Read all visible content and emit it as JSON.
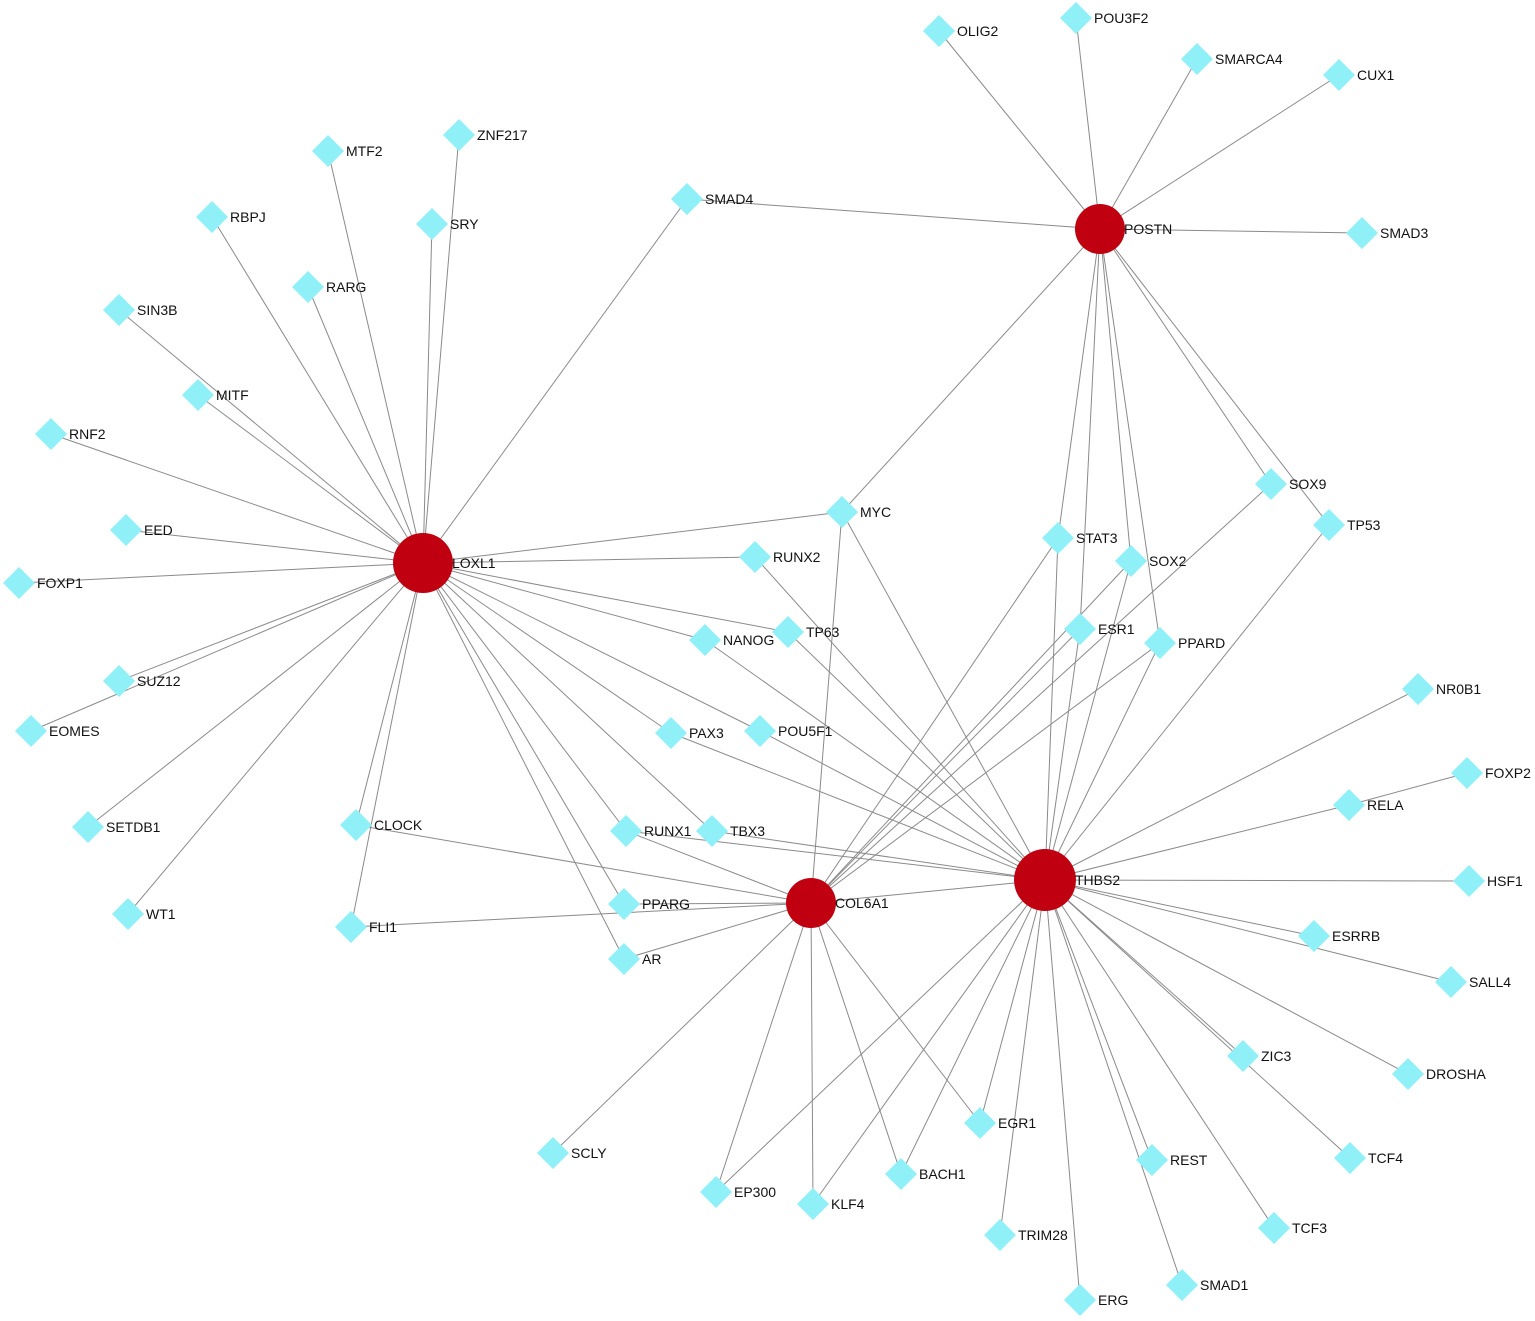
{
  "colors": {
    "hub": "#c00010",
    "target": "#8ff0f8",
    "edge": "#8a8a8a"
  },
  "hubs": [
    {
      "id": "LOXL1",
      "label": "LOXL1"
    },
    {
      "id": "POSTN",
      "label": "POSTN"
    },
    {
      "id": "COL6A1",
      "label": "COL6A1"
    },
    {
      "id": "THBS2",
      "label": "THBS2"
    }
  ],
  "targets": [
    {
      "id": "OLIG2",
      "label": "OLIG2"
    },
    {
      "id": "POU3F2",
      "label": "POU3F2"
    },
    {
      "id": "SMARCA4",
      "label": "SMARCA4"
    },
    {
      "id": "CUX1",
      "label": "CUX1"
    },
    {
      "id": "SMAD3",
      "label": "SMAD3"
    },
    {
      "id": "SMAD4",
      "label": "SMAD4"
    },
    {
      "id": "ZNF217",
      "label": "ZNF217"
    },
    {
      "id": "MTF2",
      "label": "MTF2"
    },
    {
      "id": "RBPJ",
      "label": "RBPJ"
    },
    {
      "id": "SRY",
      "label": "SRY"
    },
    {
      "id": "RARG",
      "label": "RARG"
    },
    {
      "id": "SIN3B",
      "label": "SIN3B"
    },
    {
      "id": "MITF",
      "label": "MITF"
    },
    {
      "id": "RNF2",
      "label": "RNF2"
    },
    {
      "id": "EED",
      "label": "EED"
    },
    {
      "id": "FOXP1",
      "label": "FOXP1"
    },
    {
      "id": "SUZ12",
      "label": "SUZ12"
    },
    {
      "id": "EOMES",
      "label": "EOMES"
    },
    {
      "id": "SETDB1",
      "label": "SETDB1"
    },
    {
      "id": "WT1",
      "label": "WT1"
    },
    {
      "id": "CLOCK",
      "label": "CLOCK"
    },
    {
      "id": "FLI1",
      "label": "FLI1"
    },
    {
      "id": "MYC",
      "label": "MYC"
    },
    {
      "id": "RUNX2",
      "label": "RUNX2"
    },
    {
      "id": "NANOG",
      "label": "NANOG"
    },
    {
      "id": "TP63",
      "label": "TP63"
    },
    {
      "id": "PAX3",
      "label": "PAX3"
    },
    {
      "id": "POU5F1",
      "label": "POU5F1"
    },
    {
      "id": "RUNX1",
      "label": "RUNX1"
    },
    {
      "id": "TBX3",
      "label": "TBX3"
    },
    {
      "id": "PPARG",
      "label": "PPARG"
    },
    {
      "id": "AR",
      "label": "AR"
    },
    {
      "id": "STAT3",
      "label": "STAT3"
    },
    {
      "id": "SOX2",
      "label": "SOX2"
    },
    {
      "id": "SOX9",
      "label": "SOX9"
    },
    {
      "id": "TP53",
      "label": "TP53"
    },
    {
      "id": "ESR1",
      "label": "ESR1"
    },
    {
      "id": "PPARD",
      "label": "PPARD"
    },
    {
      "id": "NR0B1",
      "label": "NR0B1"
    },
    {
      "id": "FOXP2",
      "label": "FOXP2"
    },
    {
      "id": "RELA",
      "label": "RELA"
    },
    {
      "id": "HSF1",
      "label": "HSF1"
    },
    {
      "id": "ESRRB",
      "label": "ESRRB"
    },
    {
      "id": "SALL4",
      "label": "SALL4"
    },
    {
      "id": "ZIC3",
      "label": "ZIC3"
    },
    {
      "id": "DROSHA",
      "label": "DROSHA"
    },
    {
      "id": "EGR1",
      "label": "EGR1"
    },
    {
      "id": "SCLY",
      "label": "SCLY"
    },
    {
      "id": "EP300",
      "label": "EP300"
    },
    {
      "id": "KLF4",
      "label": "KLF4"
    },
    {
      "id": "BACH1",
      "label": "BACH1"
    },
    {
      "id": "TRIM28",
      "label": "TRIM28"
    },
    {
      "id": "ERG",
      "label": "ERG"
    },
    {
      "id": "REST",
      "label": "REST"
    },
    {
      "id": "SMAD1",
      "label": "SMAD1"
    },
    {
      "id": "TCF4",
      "label": "TCF4"
    },
    {
      "id": "TCF3",
      "label": "TCF3"
    }
  ],
  "edges": [
    [
      "LOXL1",
      "MTF2"
    ],
    [
      "LOXL1",
      "ZNF217"
    ],
    [
      "LOXL1",
      "RBPJ"
    ],
    [
      "LOXL1",
      "SRY"
    ],
    [
      "LOXL1",
      "RARG"
    ],
    [
      "LOXL1",
      "SIN3B"
    ],
    [
      "LOXL1",
      "MITF"
    ],
    [
      "LOXL1",
      "RNF2"
    ],
    [
      "LOXL1",
      "EED"
    ],
    [
      "LOXL1",
      "FOXP1"
    ],
    [
      "LOXL1",
      "SUZ12"
    ],
    [
      "LOXL1",
      "EOMES"
    ],
    [
      "LOXL1",
      "SETDB1"
    ],
    [
      "LOXL1",
      "WT1"
    ],
    [
      "LOXL1",
      "CLOCK"
    ],
    [
      "LOXL1",
      "FLI1"
    ],
    [
      "LOXL1",
      "SMAD4"
    ],
    [
      "LOXL1",
      "MYC"
    ],
    [
      "LOXL1",
      "RUNX2"
    ],
    [
      "LOXL1",
      "NANOG"
    ],
    [
      "LOXL1",
      "TP63"
    ],
    [
      "LOXL1",
      "PAX3"
    ],
    [
      "LOXL1",
      "POU5F1"
    ],
    [
      "LOXL1",
      "RUNX1"
    ],
    [
      "LOXL1",
      "TBX3"
    ],
    [
      "LOXL1",
      "PPARG"
    ],
    [
      "LOXL1",
      "AR"
    ],
    [
      "POSTN",
      "OLIG2"
    ],
    [
      "POSTN",
      "POU3F2"
    ],
    [
      "POSTN",
      "SMARCA4"
    ],
    [
      "POSTN",
      "CUX1"
    ],
    [
      "POSTN",
      "SMAD3"
    ],
    [
      "POSTN",
      "SMAD4"
    ],
    [
      "POSTN",
      "MYC"
    ],
    [
      "POSTN",
      "STAT3"
    ],
    [
      "POSTN",
      "SOX2"
    ],
    [
      "POSTN",
      "ESR1"
    ],
    [
      "POSTN",
      "PPARD"
    ],
    [
      "POSTN",
      "SOX9"
    ],
    [
      "POSTN",
      "TP53"
    ],
    [
      "COL6A1",
      "MYC"
    ],
    [
      "COL6A1",
      "CLOCK"
    ],
    [
      "COL6A1",
      "FLI1"
    ],
    [
      "COL6A1",
      "RUNX1"
    ],
    [
      "COL6A1",
      "PPARG"
    ],
    [
      "COL6A1",
      "AR"
    ],
    [
      "COL6A1",
      "STAT3"
    ],
    [
      "COL6A1",
      "SOX2"
    ],
    [
      "COL6A1",
      "ESR1"
    ],
    [
      "COL6A1",
      "PPARD"
    ],
    [
      "COL6A1",
      "SOX9"
    ],
    [
      "COL6A1",
      "SCLY"
    ],
    [
      "COL6A1",
      "EP300"
    ],
    [
      "COL6A1",
      "KLF4"
    ],
    [
      "COL6A1",
      "BACH1"
    ],
    [
      "COL6A1",
      "EGR1"
    ],
    [
      "COL6A1",
      "THBS2"
    ],
    [
      "THBS2",
      "MYC"
    ],
    [
      "THBS2",
      "RUNX2"
    ],
    [
      "THBS2",
      "TP63"
    ],
    [
      "THBS2",
      "NANOG"
    ],
    [
      "THBS2",
      "PAX3"
    ],
    [
      "THBS2",
      "POU5F1"
    ],
    [
      "THBS2",
      "RUNX1"
    ],
    [
      "THBS2",
      "TBX3"
    ],
    [
      "THBS2",
      "STAT3"
    ],
    [
      "THBS2",
      "SOX2"
    ],
    [
      "THBS2",
      "ESR1"
    ],
    [
      "THBS2",
      "PPARD"
    ],
    [
      "THBS2",
      "TP53"
    ],
    [
      "THBS2",
      "NR0B1"
    ],
    [
      "THBS2",
      "RELA"
    ],
    [
      "THBS2",
      "HSF1"
    ],
    [
      "THBS2",
      "ESRRB"
    ],
    [
      "THBS2",
      "SALL4"
    ],
    [
      "THBS2",
      "ZIC3"
    ],
    [
      "THBS2",
      "DROSHA"
    ],
    [
      "THBS2",
      "EGR1"
    ],
    [
      "THBS2",
      "TRIM28"
    ],
    [
      "THBS2",
      "ERG"
    ],
    [
      "THBS2",
      "REST"
    ],
    [
      "THBS2",
      "SMAD1"
    ],
    [
      "THBS2",
      "TCF4"
    ],
    [
      "THBS2",
      "TCF3"
    ],
    [
      "THBS2",
      "BACH1"
    ],
    [
      "THBS2",
      "KLF4"
    ],
    [
      "THBS2",
      "EP300"
    ],
    [
      "RELA",
      "FOXP2"
    ]
  ]
}
